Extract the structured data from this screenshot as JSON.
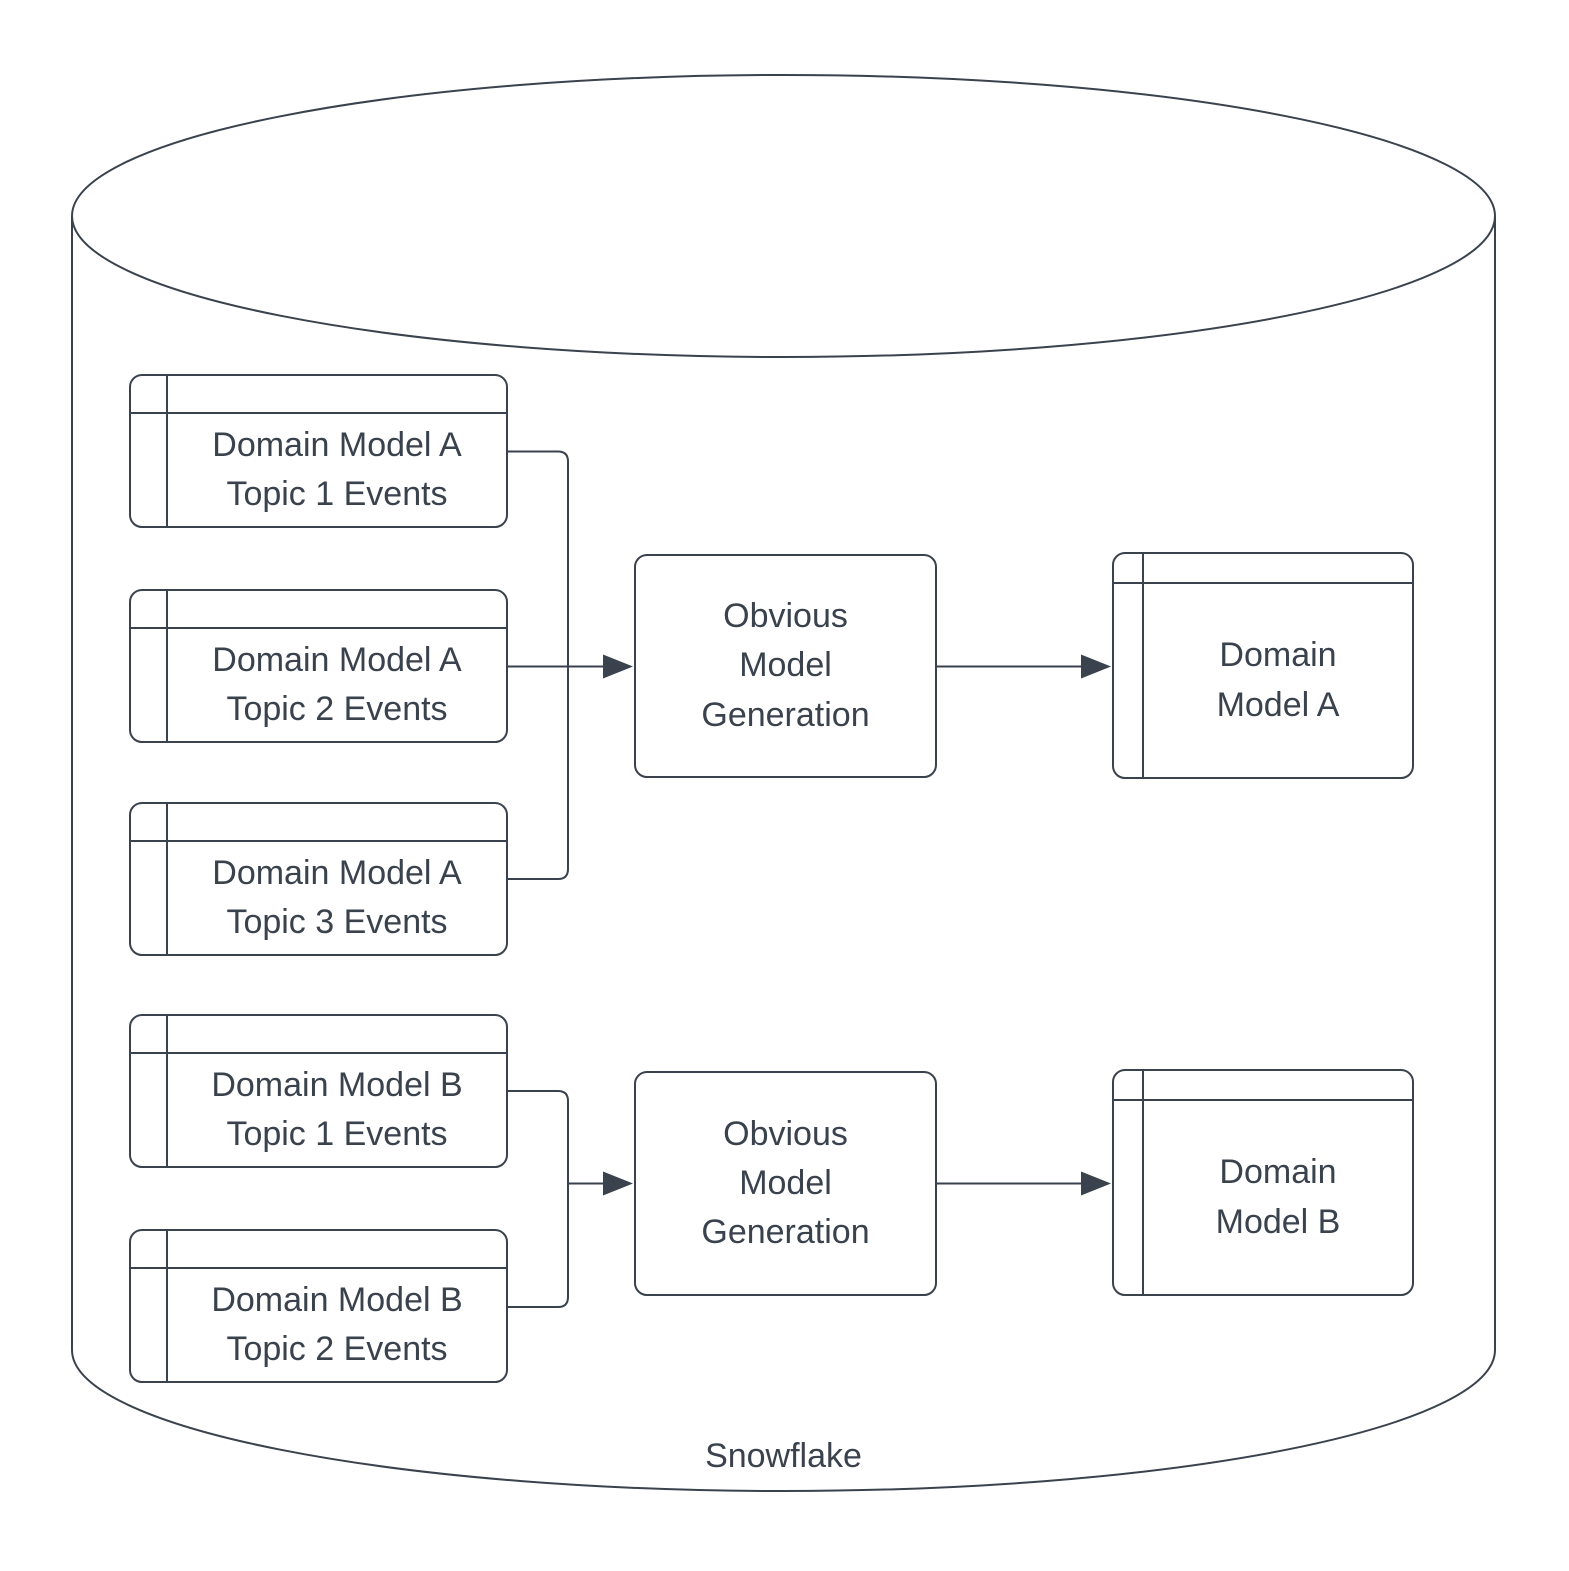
{
  "colors": {
    "stroke": "#3a424d",
    "background": "#ffffff"
  },
  "cylinder": {
    "label": "Snowflake"
  },
  "groups": [
    {
      "sources": [
        {
          "line1": "Domain Model A",
          "line2": "Topic 1 Events"
        },
        {
          "line1": "Domain Model A",
          "line2": "Topic 2 Events"
        },
        {
          "line1": "Domain Model A",
          "line2": "Topic 3 Events"
        }
      ],
      "process": {
        "line1": "Obvious",
        "line2": "Model",
        "line3": "Generation"
      },
      "output": {
        "line1": "Domain",
        "line2": "Model A"
      }
    },
    {
      "sources": [
        {
          "line1": "Domain Model B",
          "line2": "Topic 1 Events"
        },
        {
          "line1": "Domain Model B",
          "line2": "Topic 2 Events"
        }
      ],
      "process": {
        "line1": "Obvious",
        "line2": "Model",
        "line3": "Generation"
      },
      "output": {
        "line1": "Domain",
        "line2": "Model B"
      }
    }
  ]
}
